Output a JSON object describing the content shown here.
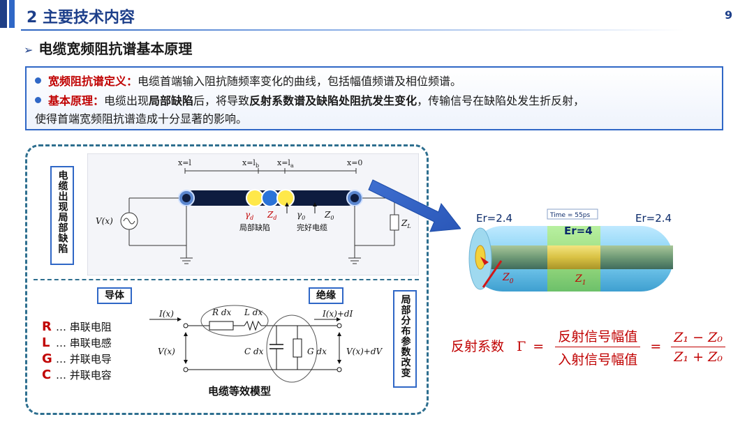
{
  "header": {
    "title": "2 主要技术内容",
    "page_number": "9"
  },
  "subtitle": "电缆宽频阻抗谱基本原理",
  "definition": {
    "line1_term": "宽频阻抗谱定义：",
    "line1_text": "电缆首端输入阻抗随频率变化的曲线，包括幅值频谱及相位频谱。",
    "line2_term": "基本原理：",
    "line2_part1": "电缆出现",
    "line2_bold1": "局部缺陷",
    "line2_part2": "后，将导致",
    "line2_bold2": "反射系数谱及缺陷处阻抗发生变化",
    "line2_part3": "，传输信号在缺陷处发生折反射，",
    "line3_text": "使得首端宽频阻抗谱造成十分显著的影响。"
  },
  "defect_panel": {
    "side_label": "电缆出现局部缺陷",
    "pos_l": "x=l",
    "pos_lb": "x=l",
    "pos_lb_sub": "b",
    "pos_la": "x=l",
    "pos_la_sub": "a",
    "pos_0": "x=0",
    "source_label": "V(x)",
    "gamma_d": "γ",
    "gamma_d_sub": "d",
    "z_d": "Z",
    "z_d_sub": "d",
    "gamma_0": "γ",
    "gamma_0_sub": "0",
    "z_0": "Z",
    "z_0_sub": "0",
    "load_label": "Z",
    "load_sub": "L",
    "local_defect": "局部缺陷",
    "good_cable": "完好电缆"
  },
  "model_panel": {
    "side_label": "局部分布参数改变",
    "conductor_label": "导体",
    "insulation_label": "绝缘",
    "caption": "电缆等效模型",
    "legend": [
      {
        "letter": "R",
        "text": "… 串联电阻"
      },
      {
        "letter": "L",
        "text": "… 串联电感"
      },
      {
        "letter": "G",
        "text": "… 并联电导"
      },
      {
        "letter": "C",
        "text": "… 并联电容"
      }
    ],
    "i_x": "I(x)",
    "i_x_di": "I(x)+dI",
    "v_x": "V(x)",
    "v_x_dv": "V(x)+dV",
    "r_dx": "R dx",
    "l_dx": "L dx",
    "c_dx": "C dx",
    "g_dx": "G dx"
  },
  "simulation": {
    "er_left": "Er=2.4",
    "er_mid": "Er=4",
    "er_right": "Er=2.4",
    "time_label": "Time = 55ps",
    "z0_label": "Z",
    "z0_sub": "0",
    "z1_label": "Z",
    "z1_sub": "1"
  },
  "formula": {
    "lhs": "反射系数",
    "gamma": "Γ",
    "eq": "=",
    "num_text": "反射信号幅值",
    "den_text": "入射信号幅值",
    "num_expr": "Z₁ − Z₀",
    "den_expr": "Z₁ + Z₀"
  },
  "colors": {
    "brand_blue": "#1d3f8a",
    "accent_blue": "#2f67c6",
    "emphasis_red": "#c00000"
  }
}
